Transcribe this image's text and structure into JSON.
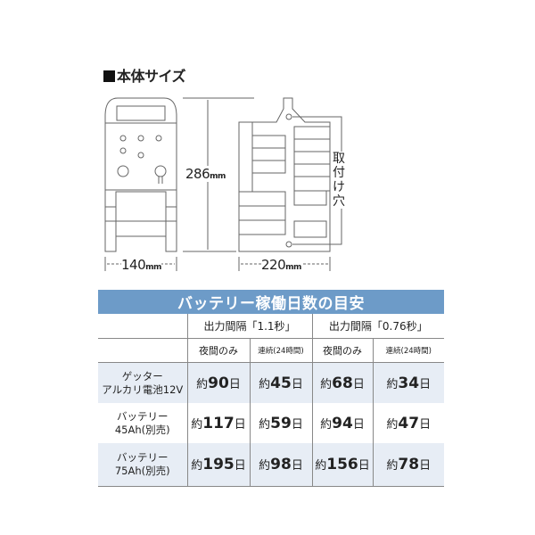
{
  "section_title": "本体サイズ",
  "dimensions": {
    "height": "286",
    "width_front": "140",
    "width_side": "220",
    "unit": "mm",
    "mount_hole_label": "取付け穴"
  },
  "table": {
    "title": "バッテリー稼働日数の目安",
    "interval_headers": [
      "出力間隔「1.1秒」",
      "出力間隔「0.76秒」"
    ],
    "mode_headers": [
      "夜間のみ",
      "連続(24時間)",
      "夜間のみ",
      "連続(24時間)"
    ],
    "prefix": "約",
    "suffix": "日",
    "rows": [
      {
        "label1": "ゲッター",
        "label2": "アルカリ電池12V",
        "values": [
          "90",
          "45",
          "68",
          "34"
        ]
      },
      {
        "label1": "バッテリー",
        "label2": "45Ah(別売)",
        "values": [
          "117",
          "59",
          "94",
          "47"
        ]
      },
      {
        "label1": "バッテリー",
        "label2": "75Ah(別売)",
        "values": [
          "195",
          "98",
          "156",
          "78"
        ]
      }
    ]
  }
}
